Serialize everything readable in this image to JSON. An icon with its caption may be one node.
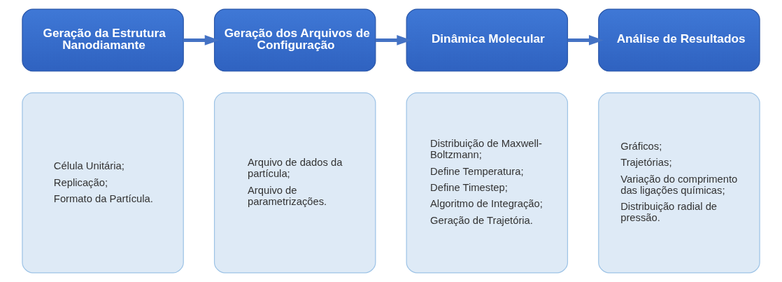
{
  "diagram": {
    "nodes": [
      {
        "text": [
          "Geração da Estrutura Nanodiamante"
        ]
      },
      {
        "text": [
          "Geração dos Arquivos de Configuração"
        ]
      },
      {
        "text": [
          "Dinâmica Molecular"
        ]
      },
      {
        "text": [
          "Análise de Resultados"
        ]
      },
      {
        "text": [
          "Célula Unitária;",
          "Replicação;",
          "Formato da Partícula."
        ]
      },
      {
        "text": [
          "Arquivo de dados da partícula;",
          "Arquivo de parametrizações."
        ]
      },
      {
        "text": [
          "Distribuição de Maxwell-Boltzmann;",
          "Define Temperatura;",
          "Define Timestep;",
          "Algoritmo de Integração;",
          "Geração de Trajetória."
        ]
      },
      {
        "text": [
          "Gráficos;",
          "Trajetórias;",
          "Variação do comprimento das ligações químicas;",
          "Distribuição radial de pressão."
        ]
      }
    ],
    "edges": [
      {
        "from": 0,
        "to": 1,
        "arrow": "to"
      },
      {
        "from": 1,
        "to": 2,
        "arrow": "to"
      },
      {
        "from": 2,
        "to": 3,
        "arrow": "to"
      }
    ]
  }
}
